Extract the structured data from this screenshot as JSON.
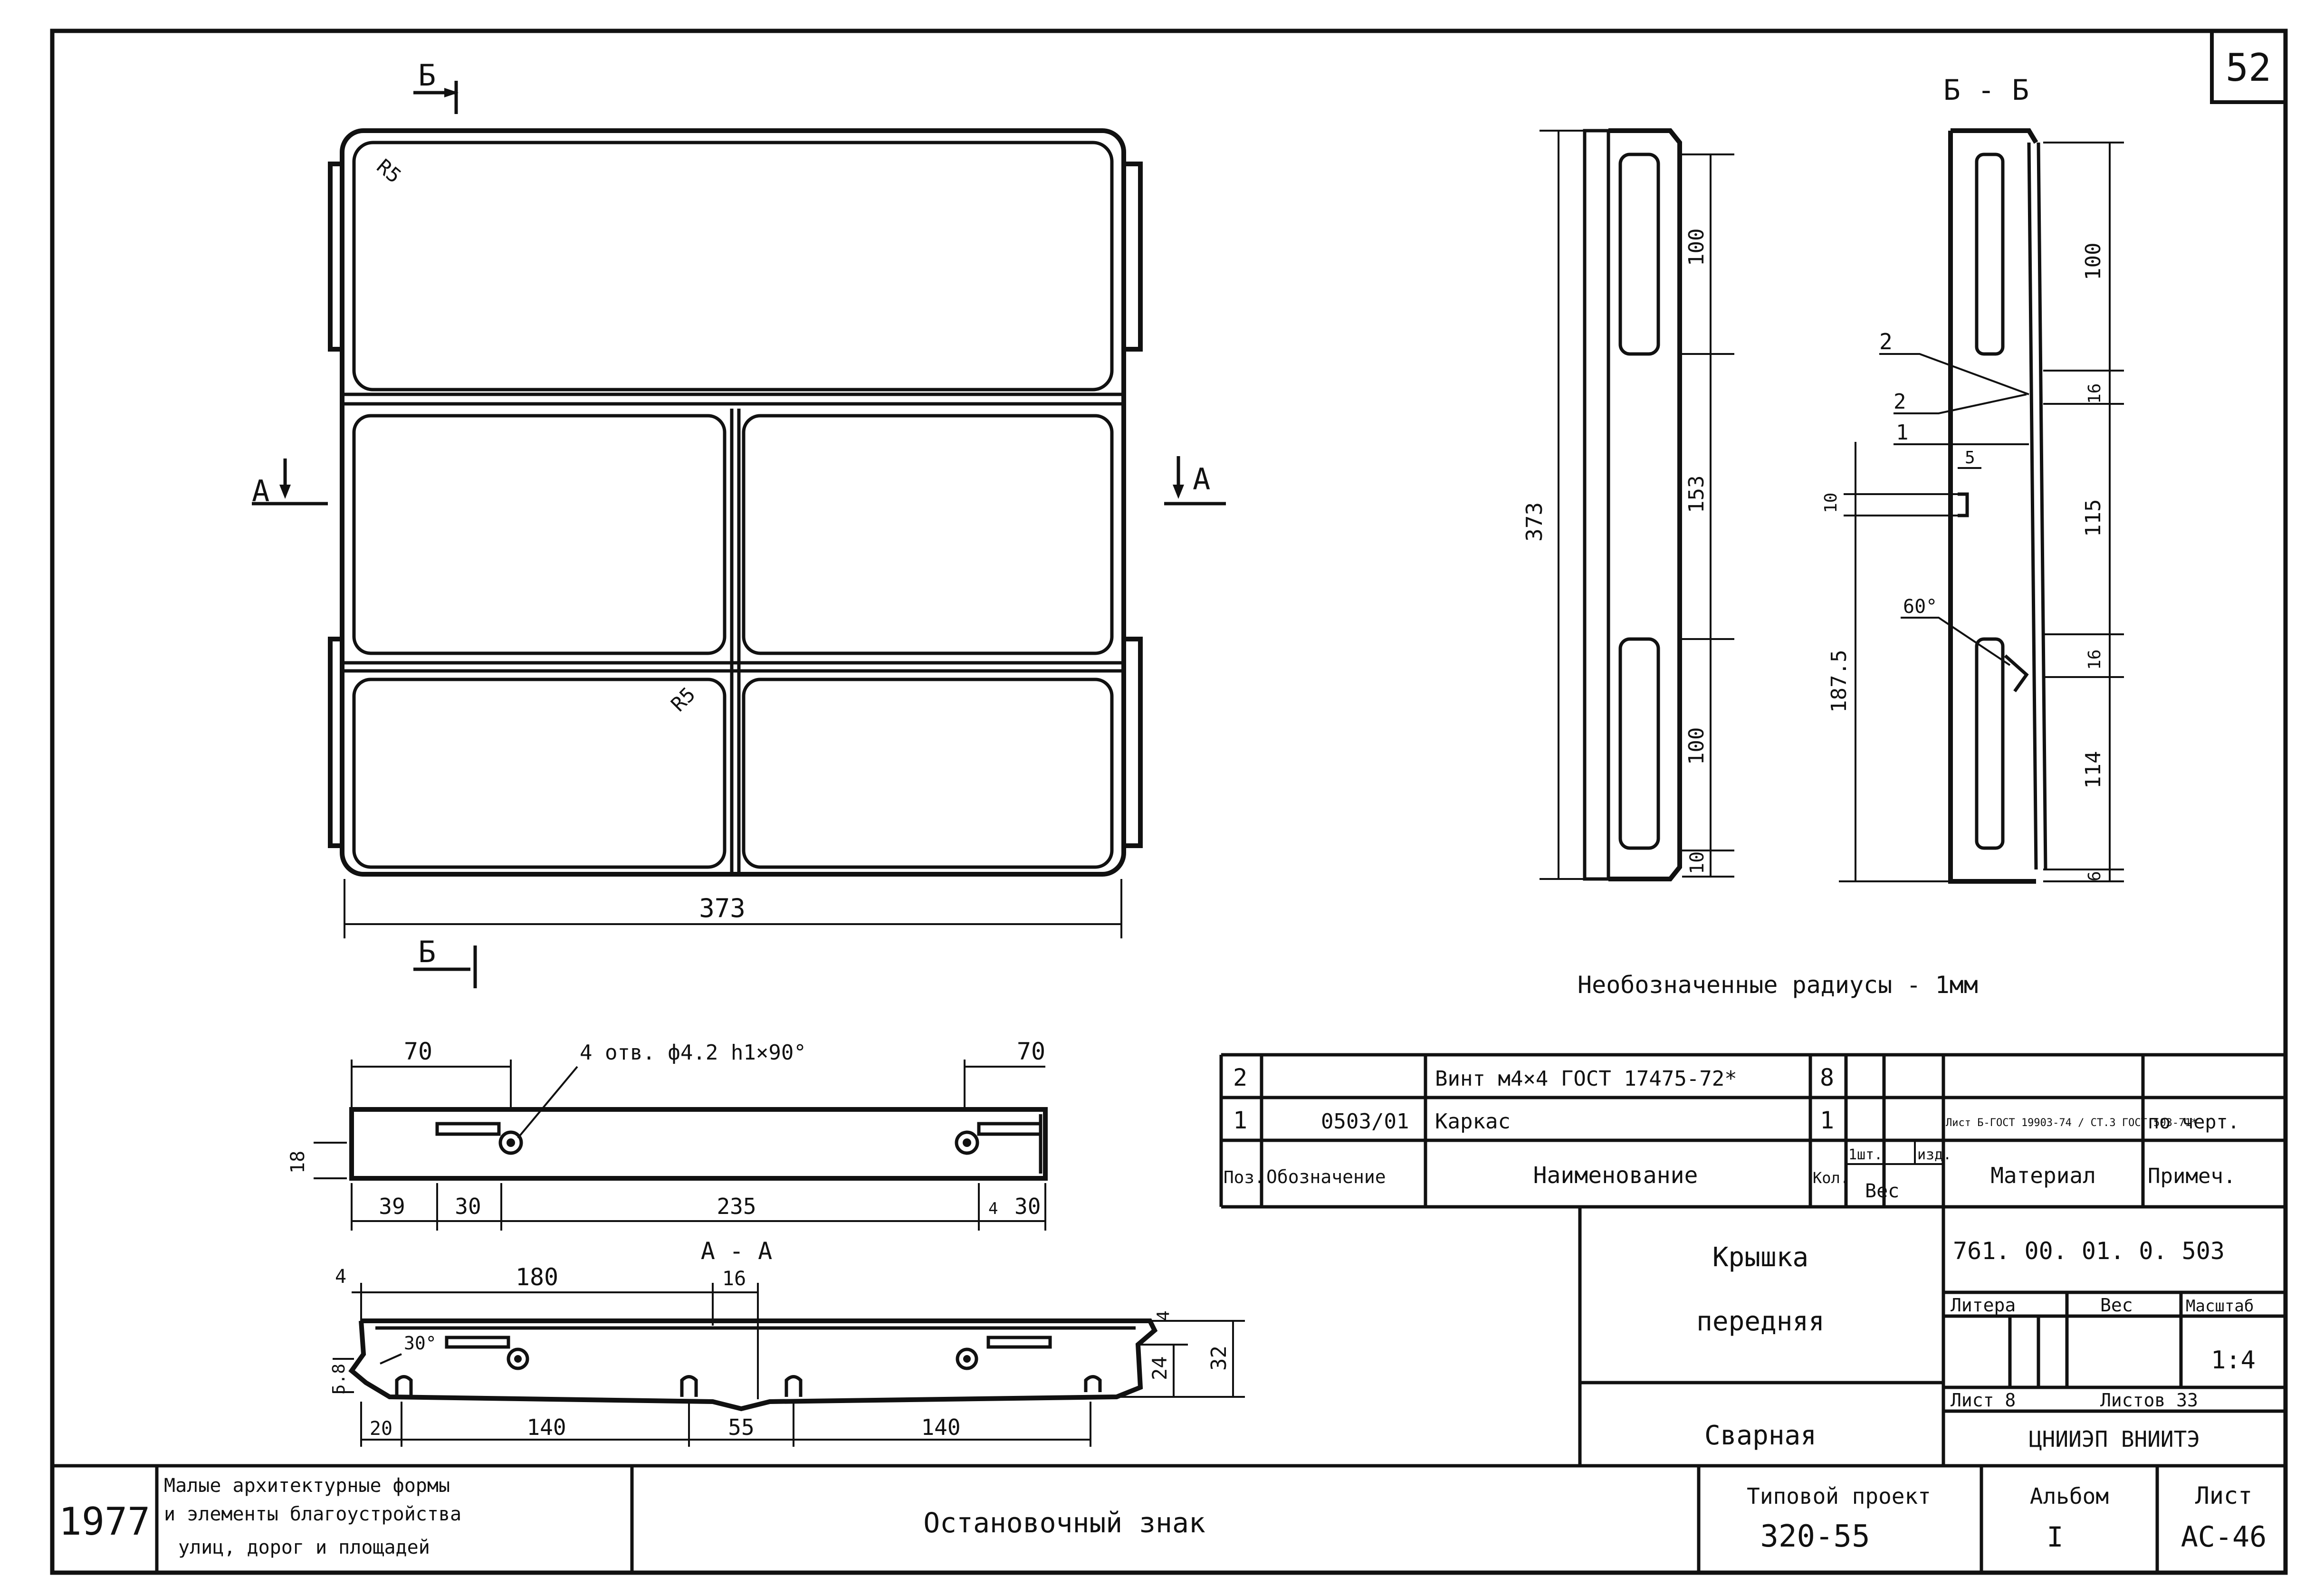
{
  "sheet_number": "52",
  "views": {
    "top_section_mark_top": "Б",
    "top_section_mark_bottom": "Б",
    "section_mark_left": "А",
    "section_mark_right": "А",
    "radius_label_1": "R5",
    "radius_label_2": "R5",
    "width_dim": "373",
    "side_height_dim": "373",
    "side_dims": [
      "100",
      "153",
      "100",
      "10"
    ],
    "section_bb_title": "Б - Б",
    "section_bb_dims": [
      "100",
      "16",
      "115",
      "16",
      "114",
      "6"
    ],
    "section_bb_height": "187.5",
    "weld_mark": "2",
    "leader_2": "2",
    "leader_1": "1",
    "dim_5": "5",
    "dim_10": "10",
    "angle_60": "60°",
    "note_radii": "Необозначенные радиусы - 1мм"
  },
  "bottom_view": {
    "dim_left_70": "70",
    "dim_right_70": "70",
    "holes_label": "4 отв. ф4.2 h1×90°",
    "dim_18": "18",
    "dim_39": "39",
    "dim_30a": "30",
    "dim_235": "235",
    "dim_4": "4",
    "dim_30b": "30"
  },
  "section_aa": {
    "title": "А - А",
    "dim_4": "4",
    "dim_180": "180",
    "dim_16": "16",
    "angle_30": "30°",
    "dim_5_8": "5.8",
    "dim_4b": "4",
    "dim_24": "24",
    "dim_32": "32",
    "dim_20": "20",
    "dim_140a": "140",
    "dim_55": "55",
    "dim_140b": "140"
  },
  "spec_table": {
    "rows": [
      {
        "pos": "2",
        "designation": "",
        "name": "Винт м4×4 ГОСТ 17475-72*",
        "qty": "8",
        "mass_unit": "",
        "mass_item": "",
        "material": "",
        "note": ""
      },
      {
        "pos": "1",
        "designation": "0503/01",
        "name": "Каркас",
        "qty": "1",
        "mass_unit": "",
        "mass_item": "",
        "material": "Лист Б-ГОСТ 19903-74 / СТ.3 ГОСТ 503-71*",
        "note": "по черт."
      }
    ],
    "header": {
      "pos": "Поз.",
      "designation": "Обозначение",
      "name": "Наименование",
      "qty": "Кол.",
      "mass_unit": "1шт.",
      "mass_item": "изд.",
      "mass": "Вес",
      "material": "Материал",
      "note": "Примеч."
    }
  },
  "title_block": {
    "part_name_1": "Крышка",
    "part_name_2": "передняя",
    "part_type": "Сварная",
    "drawing_code": "761. 00. 01. 0. 503",
    "litera": "Литера",
    "ves": "Вес",
    "masshtab": "Масштаб",
    "scale": "1:4",
    "list_label": "Лист 8",
    "listov_label": "Листов 33",
    "org": "ЦНИИЭП ВНИИТЭ",
    "year": "1977",
    "series_line_1": "Малые архитектурные формы",
    "series_line_2": "и элементы благоустройства",
    "series_line_3": "улиц, дорог и площадей",
    "object_name": "Остановочный знак",
    "project_label": "Типовой проект",
    "project_number": "320-55",
    "album_label": "Альбом",
    "album_number": "I",
    "sheet_label": "Лист",
    "sheet_code": "АС-46"
  }
}
